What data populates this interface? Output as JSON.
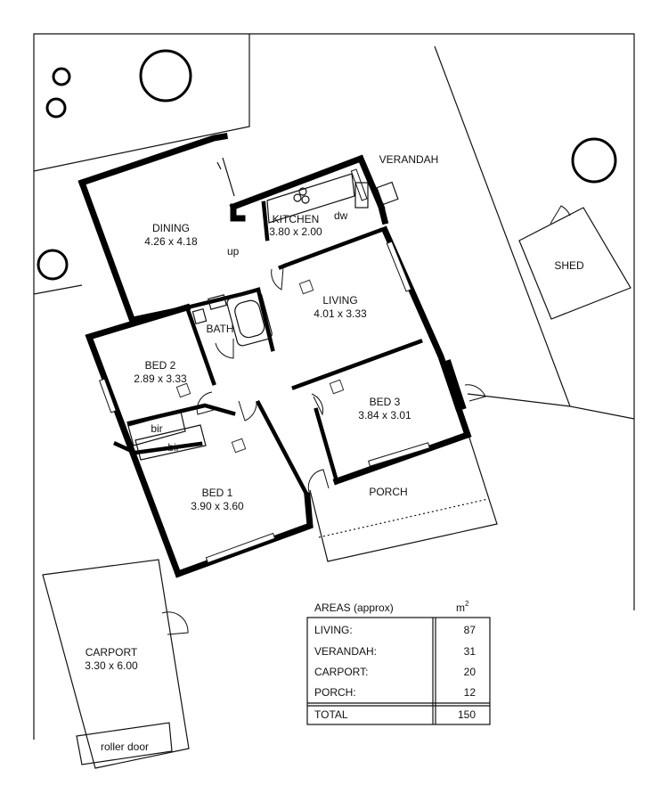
{
  "rooms": {
    "dining": {
      "name": "DINING",
      "size": "4.26 x 4.18"
    },
    "kitchen": {
      "name": "KITCHEN",
      "size": "3.80 x 2.00"
    },
    "living": {
      "name": "LIVING",
      "size": "4.01 x 3.33"
    },
    "bed2": {
      "name": "BED 2",
      "size": "2.89 x 3.33"
    },
    "bed3": {
      "name": "BED 3",
      "size": "3.84 x 3.01"
    },
    "bed1": {
      "name": "BED 1",
      "size": "3.90 x 3.60"
    },
    "carport": {
      "name": "CARPORT",
      "size": "3.30 x 6.00"
    },
    "bath": {
      "name": "BATH"
    },
    "verandah": {
      "name": "VERANDAH"
    },
    "shed": {
      "name": "SHED"
    },
    "porch": {
      "name": "PORCH"
    }
  },
  "fixtures": {
    "up": "up",
    "dw": "dw",
    "bir1": "bir",
    "bir2": "bir",
    "roller_door": "roller door"
  },
  "areas_table": {
    "title": "AREAS (approx)",
    "unit": "m",
    "unit_exp": "2",
    "rows": [
      {
        "label": "LIVING:",
        "value": "87"
      },
      {
        "label": "VERANDAH:",
        "value": "31"
      },
      {
        "label": "CARPORT:",
        "value": "20"
      },
      {
        "label": "PORCH:",
        "value": "12"
      }
    ],
    "total": {
      "label": "TOTAL",
      "value": "150"
    }
  }
}
